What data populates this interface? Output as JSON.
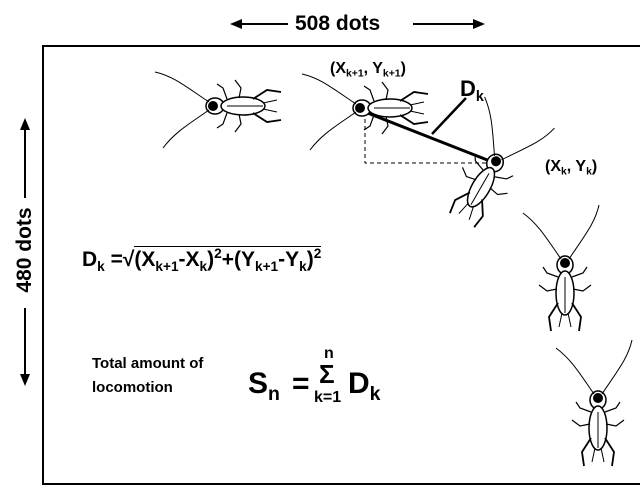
{
  "dimensions": {
    "width_label": "508 dots",
    "height_label": "480 dots"
  },
  "points": {
    "next": {
      "x": "X",
      "x_sub": "k+1",
      "sep": ", ",
      "y": "Y",
      "y_sub": "k+1"
    },
    "current": {
      "x": "X",
      "x_sub": "k",
      "sep": ", ",
      "y": "Y",
      "y_sub": "k"
    }
  },
  "distance_label": {
    "text": "D",
    "sub": "k"
  },
  "formula": {
    "lhs": "D",
    "lhs_sub": "k",
    "eq": " =",
    "open": "(X",
    "a_sub": "k+1",
    "minus1": "-X",
    "b_sub": "k",
    "close1": ")",
    "sq1": "2",
    "plus": "+(Y",
    "c_sub": "k+1",
    "minus2": "-Y",
    "d_sub": "k",
    "close2": ")",
    "sq2": "2"
  },
  "total": {
    "line1": "Total amount of",
    "line2": "locomotion",
    "s": "S",
    "s_sub": "n",
    "eq": " =",
    "upper": "n",
    "sigma": "Σ",
    "lower": "k=1",
    "d": "D",
    "d_sub": "k"
  },
  "icons": [
    "cricket-icon"
  ]
}
